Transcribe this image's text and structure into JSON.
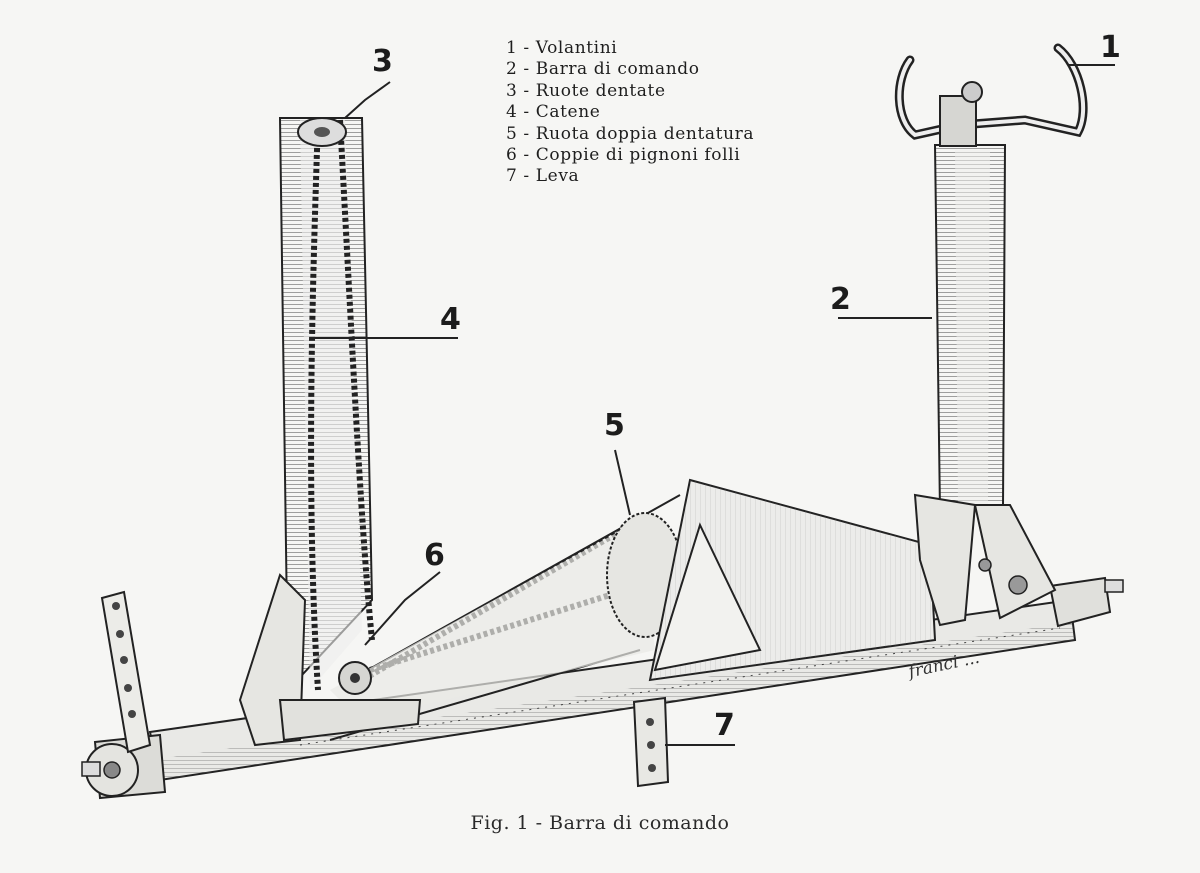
{
  "legend": [
    {
      "num": "1",
      "sep": "-",
      "label": "Volantini"
    },
    {
      "num": "2",
      "sep": "-",
      "label": "Barra di comando"
    },
    {
      "num": "3",
      "sep": "-",
      "label": "Ruote dentate"
    },
    {
      "num": "4",
      "sep": "-",
      "label": "Catene"
    },
    {
      "num": "5",
      "sep": "-",
      "label": "Ruota doppia dentatura"
    },
    {
      "num": "6",
      "sep": "-",
      "label": "Coppie di pignoni folli"
    },
    {
      "num": "7",
      "sep": "-",
      "label": "Leva"
    }
  ],
  "callouts": {
    "c1": "1",
    "c2": "2",
    "c3": "3",
    "c4": "4",
    "c5": "5",
    "c6": "6",
    "c7": "7"
  },
  "caption": "Fig. 1 - Barra di comando",
  "signature": "franci ...",
  "colors": {
    "ink": "#1c1c1c",
    "paper": "#f6f6f4"
  }
}
